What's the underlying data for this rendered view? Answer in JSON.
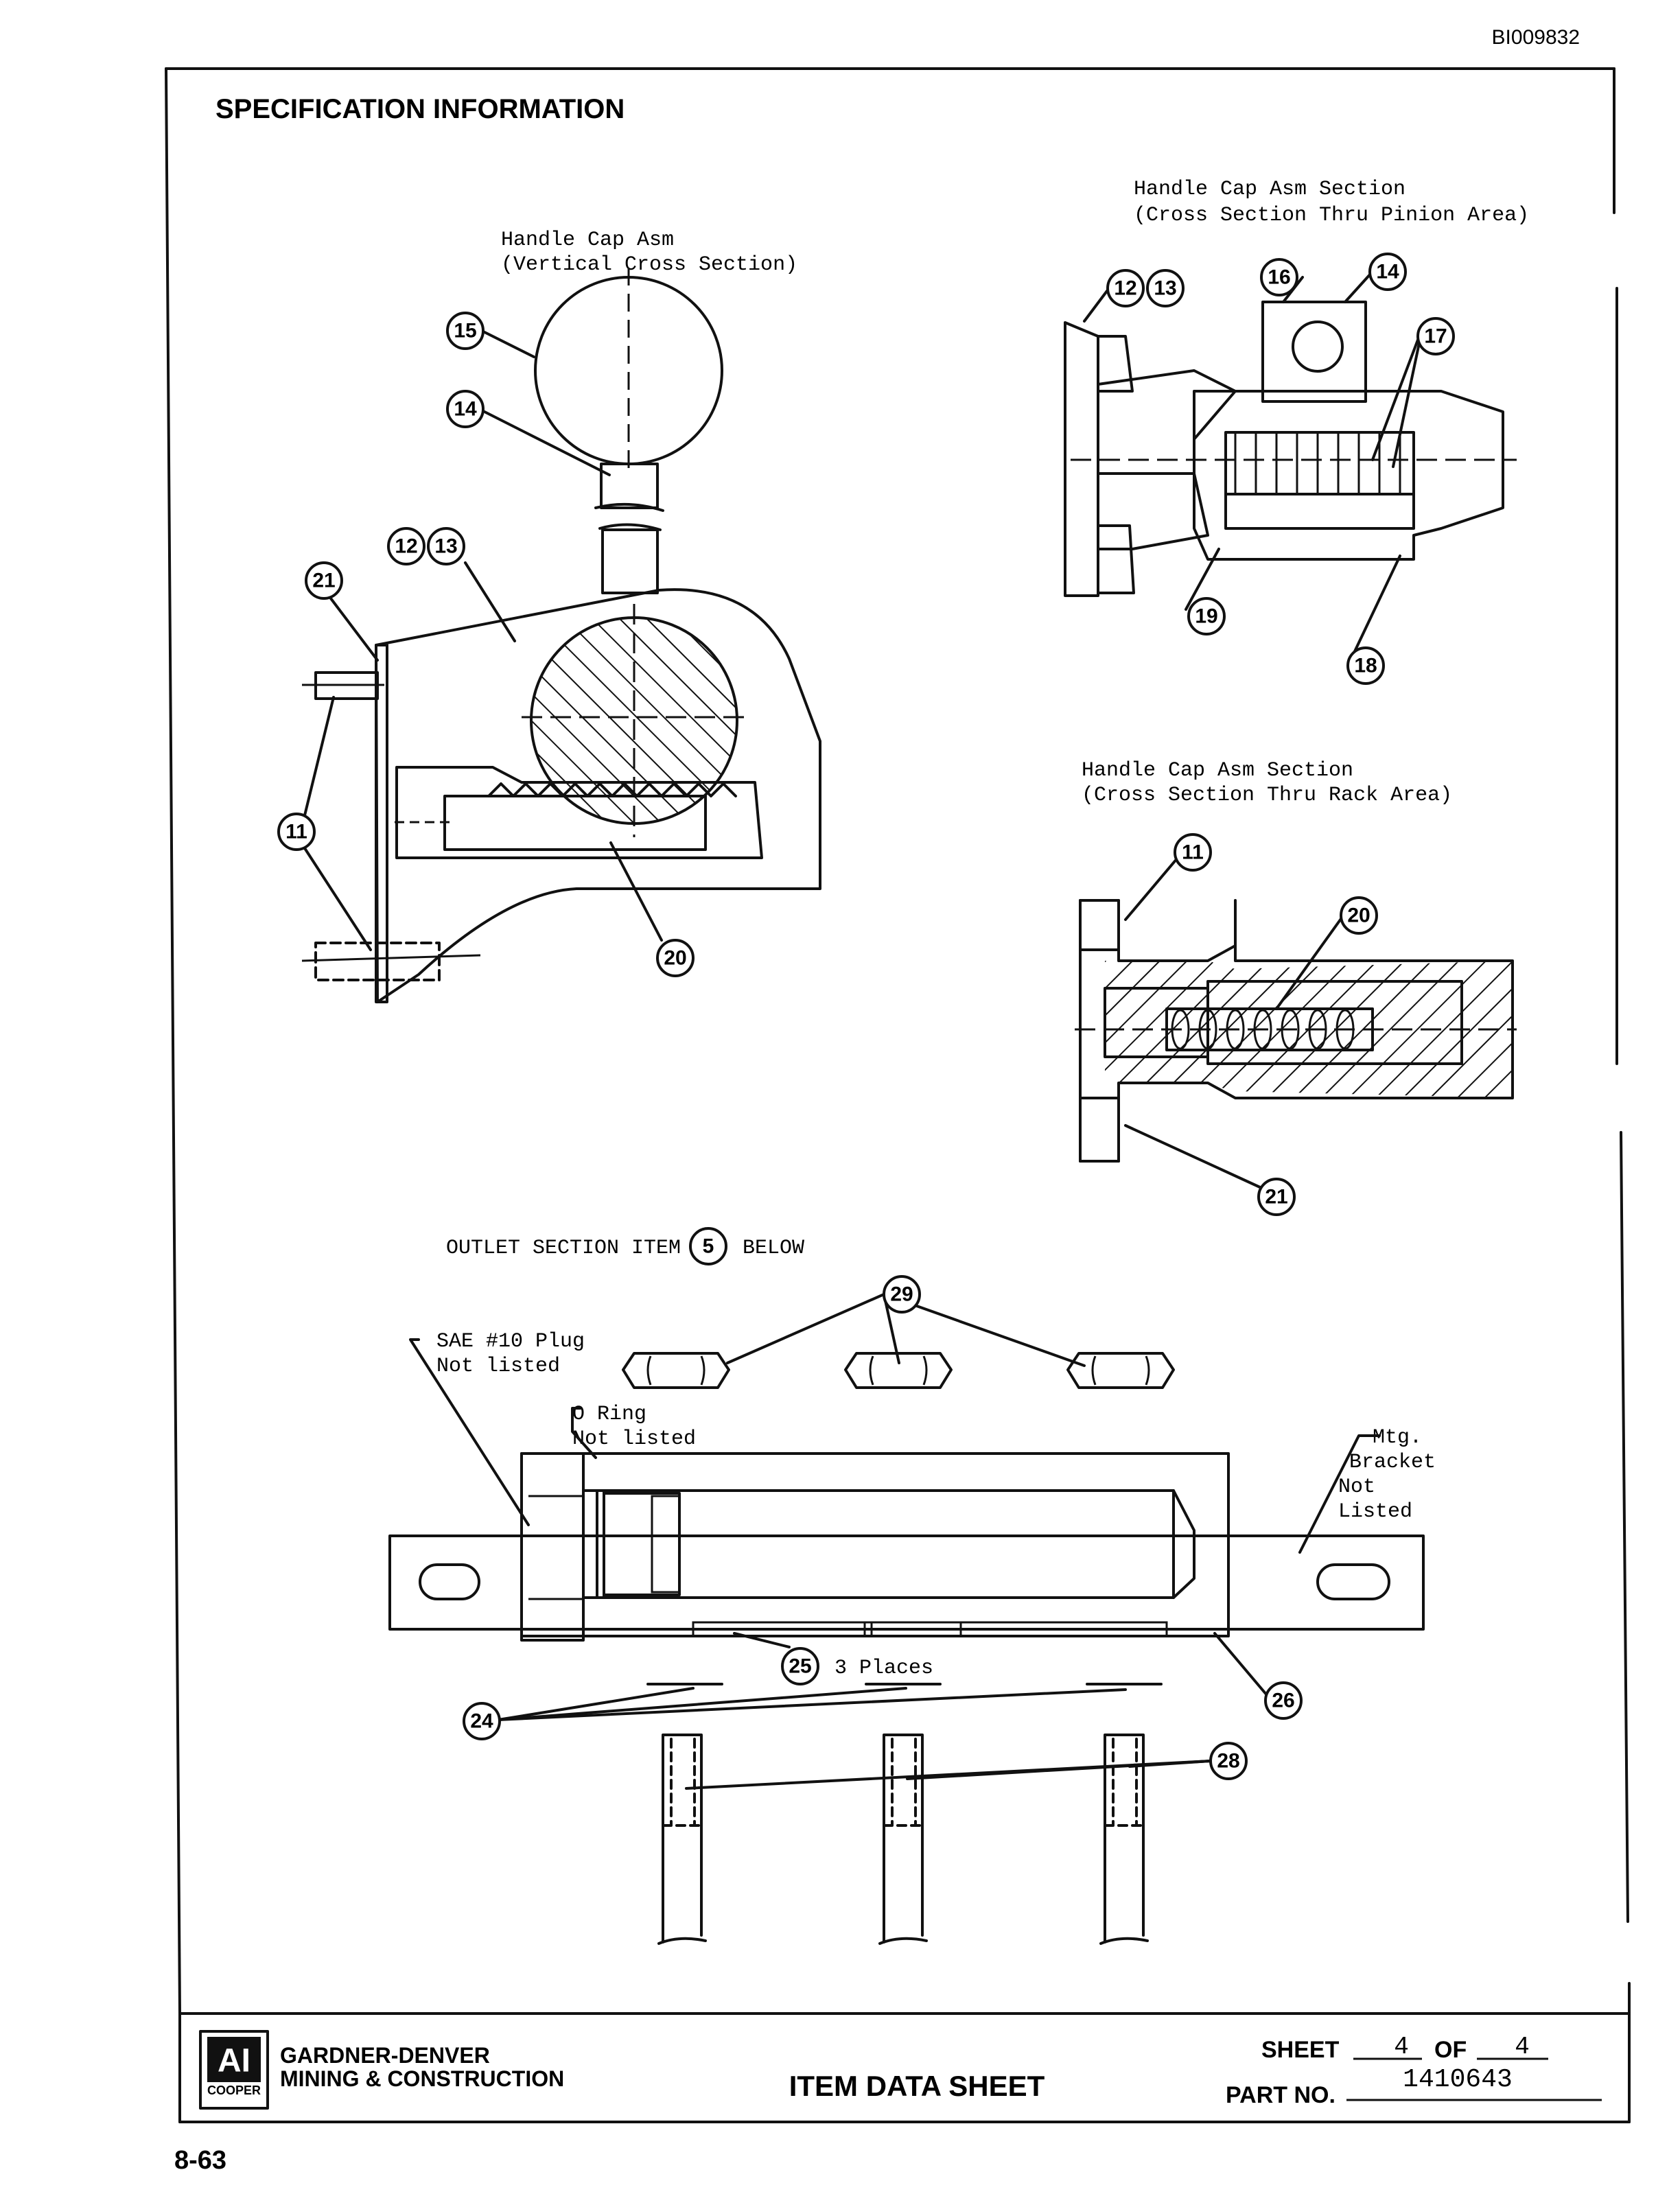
{
  "doc_id": "BI009832",
  "heading": "SPECIFICATION INFORMATION",
  "captions": {
    "vertical_l1": "Handle Cap Asm",
    "vertical_l2": "(Vertical Cross Section)",
    "pinion_l1": "Handle Cap Asm Section",
    "pinion_l2": "(Cross Section Thru Pinion Area)",
    "rack_l1": "Handle Cap Asm Section",
    "rack_l2": "(Cross Section Thru Rack Area)",
    "outlet_pre": "OUTLET SECTION ITEM",
    "outlet_item": "5",
    "outlet_post": "BELOW"
  },
  "notes": {
    "plug_l1": "SAE #10 Plug",
    "plug_l2": "Not listed",
    "oring_l1": "O Ring",
    "oring_l2": "Not listed",
    "bracket_l1": "Mtg.",
    "bracket_l2": "Bracket",
    "bracket_l3": "Not",
    "bracket_l4": "Listed",
    "places": "3 Places"
  },
  "callouts": {
    "c15": "15",
    "c14a": "14",
    "c12a": "12",
    "c13a": "13",
    "c21a": "21",
    "c11a": "11",
    "c20a": "20",
    "c12b": "12",
    "c13b": "13",
    "c16": "16",
    "c14b": "14",
    "c17": "17",
    "c19": "19",
    "c18": "18",
    "c11b": "11",
    "c20b": "20",
    "c21b": "21",
    "c29": "29",
    "c25": "25",
    "c26": "26",
    "c24": "24",
    "c28": "28"
  },
  "footer": {
    "company_l1": "GARDNER-DENVER",
    "company_l2": "MINING & CONSTRUCTION",
    "logo_mark": "AI",
    "logo_sub": "COOPER",
    "title": "ITEM DATA SHEET",
    "sheet_label": "SHEET",
    "sheet_no": "4",
    "of_label": "OF",
    "sheet_total": "4",
    "part_label": "PART NO.",
    "part_no": "1410643"
  },
  "page_number": "8-63"
}
